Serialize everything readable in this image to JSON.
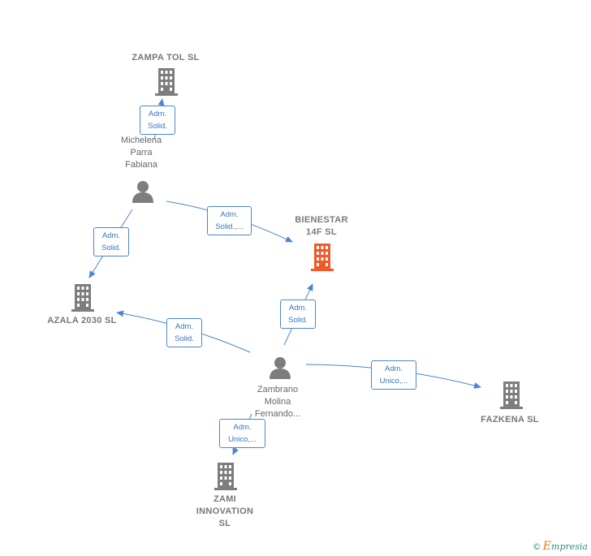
{
  "nodes": {
    "zampa": {
      "label_lines": [
        "ZAMPA TOL  SL"
      ]
    },
    "michelena": {
      "label_lines": [
        "Michelena",
        "Parra",
        "Fabiana"
      ]
    },
    "bienestar": {
      "label_lines": [
        "BIENESTAR",
        "14F  SL"
      ]
    },
    "azala": {
      "label_lines": [
        "AZALA 2030  SL"
      ]
    },
    "zambrano": {
      "label_lines": [
        "Zambrano",
        "Molina",
        "Fernando..."
      ]
    },
    "fazkena": {
      "label_lines": [
        "FAZKENA  SL"
      ]
    },
    "zami": {
      "label_lines": [
        "ZAMI",
        "INNOVATION",
        "SL"
      ]
    }
  },
  "edges": {
    "e1": {
      "lines": [
        "Adm.",
        "Solid."
      ]
    },
    "e2": {
      "lines": [
        "Adm.",
        "Solid.,..."
      ]
    },
    "e3": {
      "lines": [
        "Adm.",
        "Solid."
      ]
    },
    "e4": {
      "lines": [
        "Adm.",
        "Solid."
      ]
    },
    "e5": {
      "lines": [
        "Adm.",
        "Solid."
      ]
    },
    "e6": {
      "lines": [
        "Adm.",
        "Unico,..."
      ]
    },
    "e7": {
      "lines": [
        "Adm.",
        "Unico,..."
      ]
    }
  },
  "colors": {
    "edge": "#4a86d1",
    "company_icon": "#7d7d7d",
    "focus_icon": "#f05a28",
    "person_icon": "#7d7d7d"
  },
  "footer": {
    "copyright": "©",
    "brand_initial": "E",
    "brand_rest": "mpresia"
  }
}
